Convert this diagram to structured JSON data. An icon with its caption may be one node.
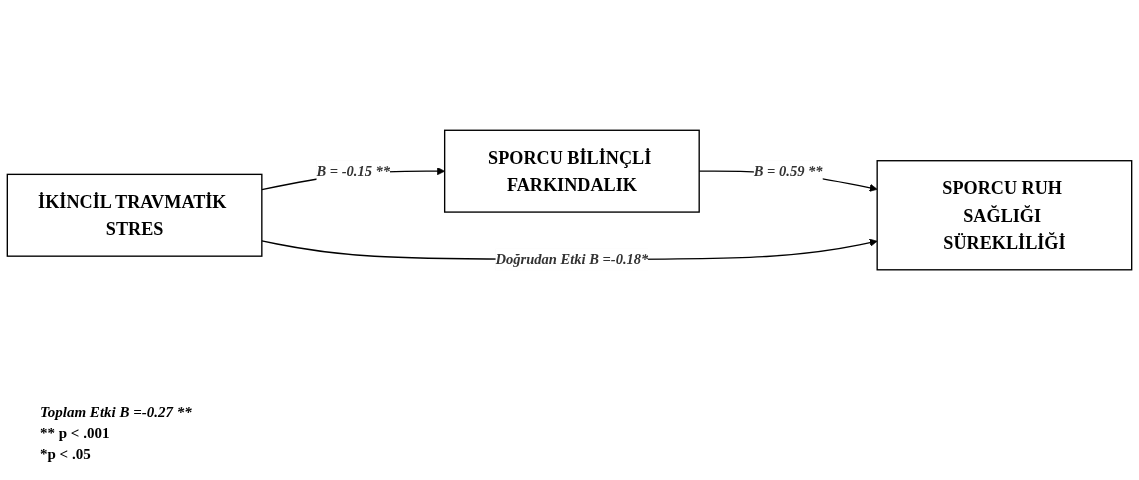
{
  "diagram": {
    "nodes": [
      {
        "text": [
          "SPORCU BİLİNÇLİ FARKINDALIK"
        ]
      },
      {
        "text": [
          "İKİNCİL TRAVMATİK STRES"
        ]
      },
      {
        "text": [
          "SPORCU RUH SAĞLIĞI SÜREKLİLİĞİ"
        ]
      }
    ],
    "edges": [
      {
        "from": 1,
        "to": 0,
        "arrow": "to",
        "label": "B = -0.15 **"
      },
      {
        "from": 0,
        "to": 2,
        "arrow": "to",
        "label": "B = 0.59 **"
      },
      {
        "from": 1,
        "to": 2,
        "arrow": "to",
        "label": "Doğrudan Etki B =-0.18*"
      }
    ],
    "labels": [
      "Toplam Etki B =-0.27 **",
      "** p < .001",
      "*p < .05"
    ]
  }
}
